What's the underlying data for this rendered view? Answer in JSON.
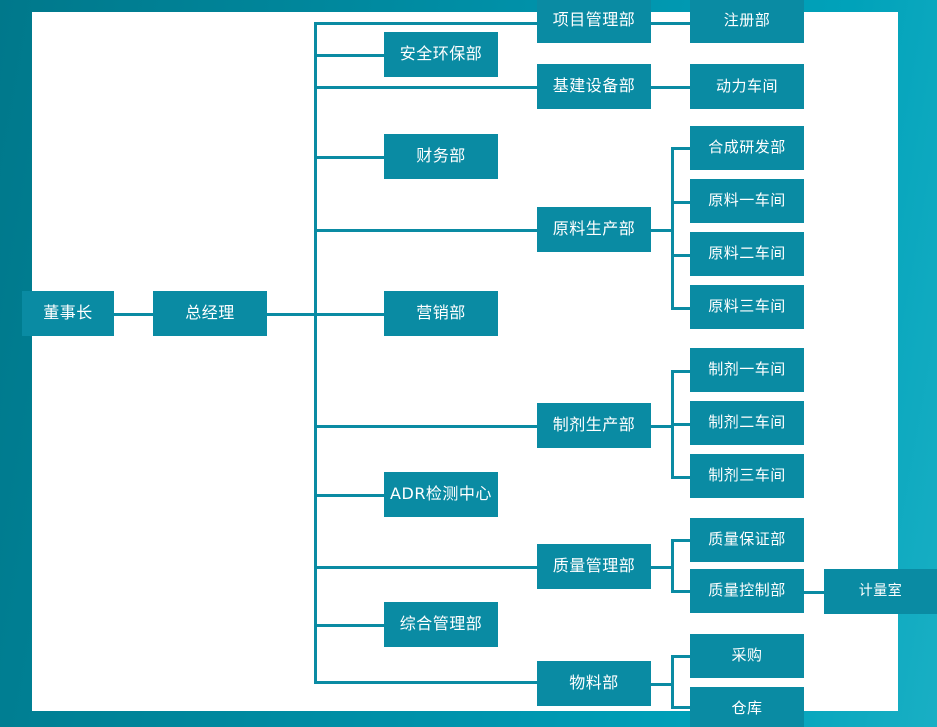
{
  "theme": {
    "box_fill": "#0a8ba3",
    "line_color": "#0a8ba3",
    "text_color": "#ffffff",
    "panel_bg": "#ffffff",
    "background_gradient_from": "#00788B",
    "background_gradient_to": "#19AFC4"
  },
  "chart": {
    "type": "org-chart",
    "root": "董事长",
    "nodes": {
      "chairman": {
        "label": "董事长"
      },
      "general_manager": {
        "label": "总经理"
      },
      "project_management": {
        "label": "项目管理部"
      },
      "registration": {
        "label": "注册部"
      },
      "safety_environment": {
        "label": "安全环保部"
      },
      "infrastructure_equipment": {
        "label": "基建设备部"
      },
      "power_workshop": {
        "label": "动力车间"
      },
      "finance": {
        "label": "财务部"
      },
      "raw_material_production": {
        "label": "原料生产部"
      },
      "synthesis_rd": {
        "label": "合成研发部"
      },
      "raw_workshop_1": {
        "label": "原料一车间"
      },
      "raw_workshop_2": {
        "label": "原料二车间"
      },
      "raw_workshop_3": {
        "label": "原料三车间"
      },
      "marketing": {
        "label": "营销部"
      },
      "preparation_production": {
        "label": "制剂生产部"
      },
      "prep_workshop_1": {
        "label": "制剂一车间"
      },
      "prep_workshop_2": {
        "label": "制剂二车间"
      },
      "prep_workshop_3": {
        "label": "制剂三车间"
      },
      "adr_center": {
        "label": "ADR检测中心"
      },
      "quality_management": {
        "label": "质量管理部"
      },
      "quality_assurance": {
        "label": "质量保证部"
      },
      "quality_control": {
        "label": "质量控制部"
      },
      "metrology_room": {
        "label": "计量室"
      },
      "general_administration": {
        "label": "综合管理部"
      },
      "materials": {
        "label": "物料部"
      },
      "purchasing": {
        "label": "采购"
      },
      "warehouse": {
        "label": "仓库"
      }
    },
    "edges": [
      {
        "from": "chairman",
        "to": "general_manager"
      },
      {
        "from": "general_manager",
        "to": "project_management"
      },
      {
        "from": "general_manager",
        "to": "safety_environment"
      },
      {
        "from": "general_manager",
        "to": "infrastructure_equipment"
      },
      {
        "from": "general_manager",
        "to": "finance"
      },
      {
        "from": "general_manager",
        "to": "raw_material_production"
      },
      {
        "from": "general_manager",
        "to": "marketing"
      },
      {
        "from": "general_manager",
        "to": "preparation_production"
      },
      {
        "from": "general_manager",
        "to": "adr_center"
      },
      {
        "from": "general_manager",
        "to": "quality_management"
      },
      {
        "from": "general_manager",
        "to": "general_administration"
      },
      {
        "from": "general_manager",
        "to": "materials"
      },
      {
        "from": "project_management",
        "to": "registration"
      },
      {
        "from": "infrastructure_equipment",
        "to": "power_workshop"
      },
      {
        "from": "raw_material_production",
        "to": "synthesis_rd"
      },
      {
        "from": "raw_material_production",
        "to": "raw_workshop_1"
      },
      {
        "from": "raw_material_production",
        "to": "raw_workshop_2"
      },
      {
        "from": "raw_material_production",
        "to": "raw_workshop_3"
      },
      {
        "from": "preparation_production",
        "to": "prep_workshop_1"
      },
      {
        "from": "preparation_production",
        "to": "prep_workshop_2"
      },
      {
        "from": "preparation_production",
        "to": "prep_workshop_3"
      },
      {
        "from": "quality_management",
        "to": "quality_assurance"
      },
      {
        "from": "quality_management",
        "to": "quality_control"
      },
      {
        "from": "quality_control",
        "to": "metrology_room"
      },
      {
        "from": "materials",
        "to": "purchasing"
      },
      {
        "from": "materials",
        "to": "warehouse"
      }
    ]
  }
}
